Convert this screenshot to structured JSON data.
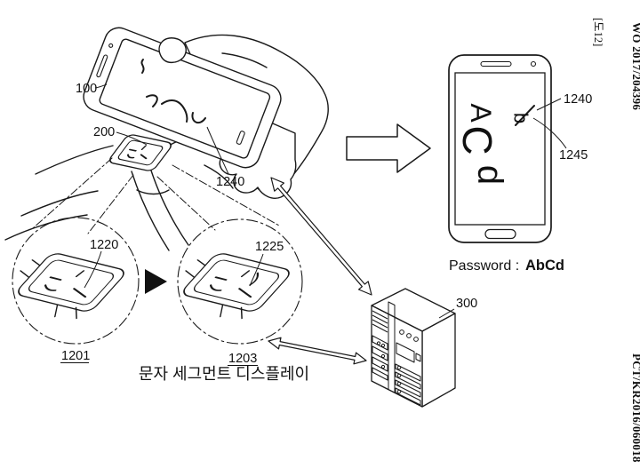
{
  "doc": {
    "publication_number": "WO 2017/204396",
    "application_number": "PCT/KR2016/060018",
    "figure_tag": "[도12]"
  },
  "refs": {
    "phone": "100",
    "watch": "200",
    "segments_drawn": "1240",
    "watch_segments_before": "1220",
    "watch_state_before": "1201",
    "watch_segments_after": "1225",
    "watch_state_after": "1203",
    "phone2_segments": "1240",
    "phone2_added_stroke": "1245",
    "server": "300"
  },
  "captions": {
    "segment_display_korean": "문자 세그먼트 디스플레이",
    "password_label": "Password :",
    "password_value": "AbCd"
  },
  "phone2_screen": {
    "char_1": "A",
    "char_2": "C",
    "char_3": "d",
    "char_4": "b"
  },
  "colors": {
    "line": "#1a1a1a",
    "background": "#ffffff"
  }
}
